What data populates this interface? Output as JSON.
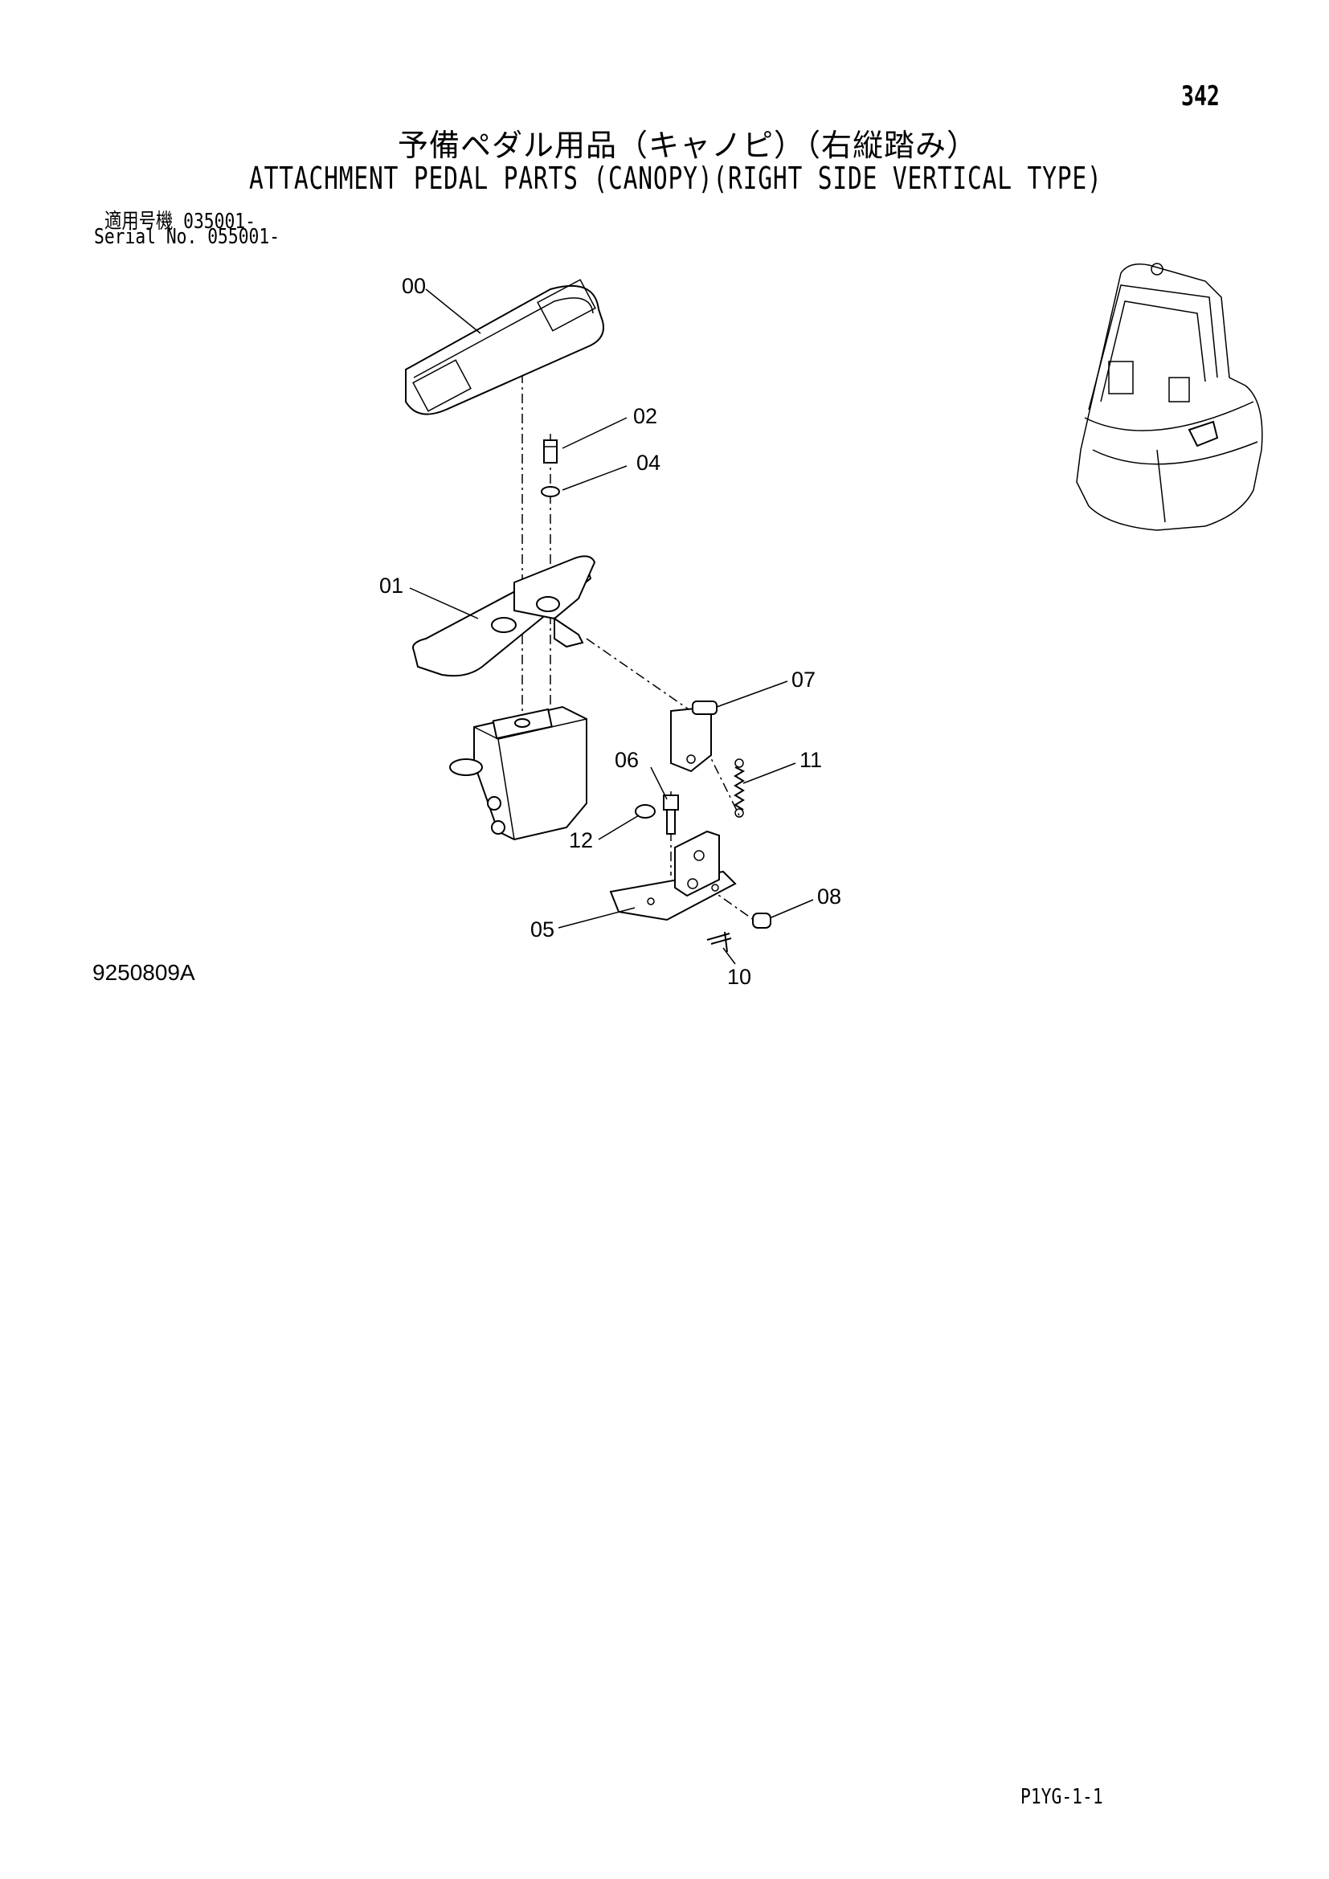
{
  "page_number": "342",
  "title_jp": "予備ペダル用品（キャノピ）（右縦踏み）",
  "title_en": "ATTACHMENT PEDAL PARTS (CANOPY)(RIGHT SIDE VERTICAL TYPE)",
  "serial_jp": "適用号機  035001-",
  "serial_en": "Serial No. 055001-",
  "callouts": {
    "c00": "00",
    "c01": "01",
    "c02": "02",
    "c04": "04",
    "c05": "05",
    "c06": "06",
    "c07": "07",
    "c08": "08",
    "c10": "10",
    "c11": "11",
    "c12": "12"
  },
  "drawing_number": "9250809A",
  "page_code": "P1YG-1-1"
}
